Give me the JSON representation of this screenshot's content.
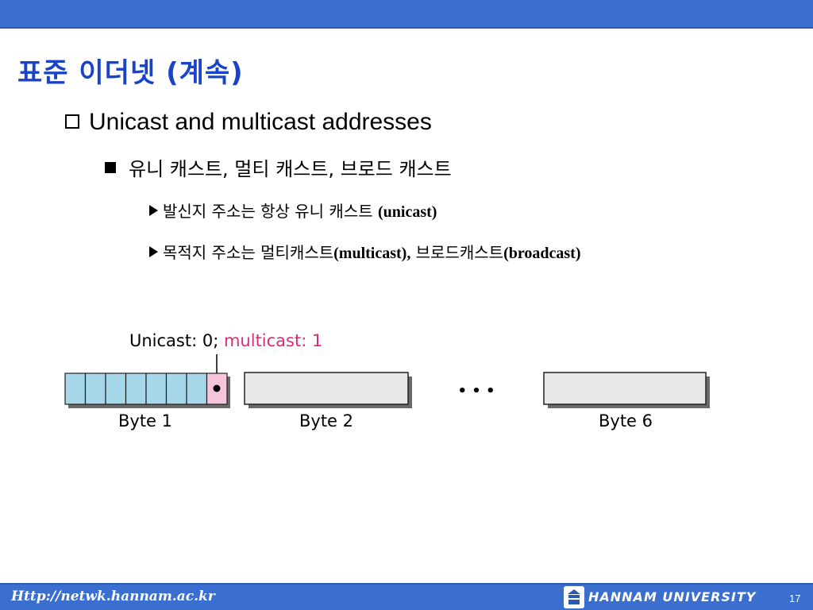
{
  "slide": {
    "title": "표준 이더넷 (계속)",
    "bullet1": "Unicast and multicast addresses",
    "bullet2": "유니 캐스트, 멀티 캐스트, 브로드 캐스트",
    "bullet3a": {
      "ko": "발신지 주소는  항상 유니 캐스트 ",
      "en": "(unicast)"
    },
    "bullet3b": {
      "ko1": "목적지 주소는  멀티캐스트",
      "en1": "(multicast),",
      "ko2": "  브로드캐스트",
      "en2": "(broadcast)"
    }
  },
  "diagram": {
    "legend_unicast": "Unicast: 0; ",
    "legend_multicast": "multicast: 1",
    "bytes": [
      "Byte 1",
      "Byte 2",
      "Byte 6"
    ],
    "ellipsis": "• • •",
    "bit_fill": "#a6d8ea",
    "lsb_fill": "#f6c4dc",
    "byte_fill": "#e8e8e8",
    "legend_multicast_color": "#e0287a"
  },
  "footer": {
    "url": "Http://netwk.hannam.ac.kr",
    "university": "HANNAM  UNIVERSITY",
    "page": "17"
  },
  "colors": {
    "bar": "#3a6fd0",
    "title": "#1a44c8"
  }
}
